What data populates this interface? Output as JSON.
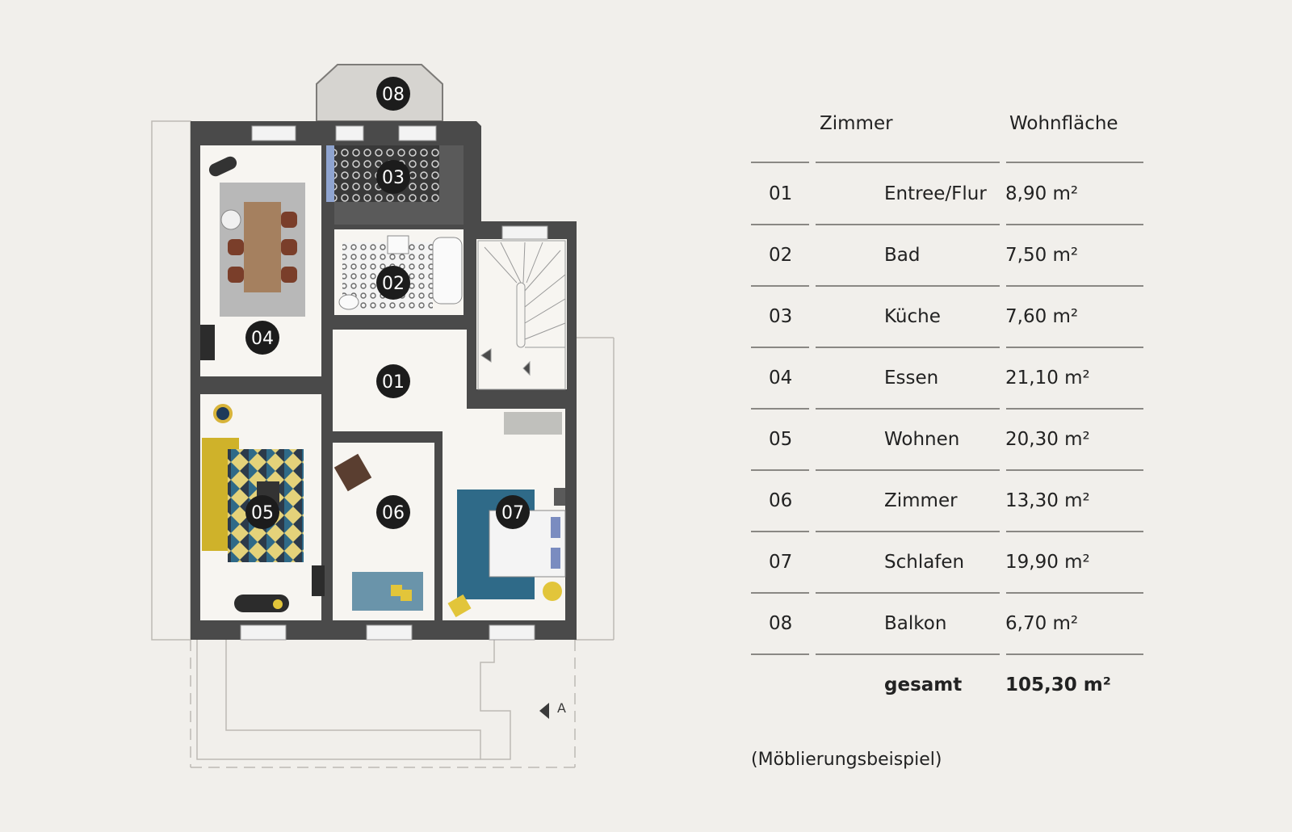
{
  "header": {
    "col_room": "Zimmer",
    "col_area": "Wohnfläche"
  },
  "rooms": [
    {
      "num": "01",
      "name": "Entree/Flur",
      "area": "8,90 m²"
    },
    {
      "num": "02",
      "name": "Bad",
      "area": "7,50 m²"
    },
    {
      "num": "03",
      "name": "Küche",
      "area": "7,60 m²"
    },
    {
      "num": "04",
      "name": "Essen",
      "area": "21,10 m²"
    },
    {
      "num": "05",
      "name": "Wohnen",
      "area": "20,30 m²"
    },
    {
      "num": "06",
      "name": "Zimmer",
      "area": "13,30 m²"
    },
    {
      "num": "07",
      "name": "Schlafen",
      "area": "19,90 m²"
    },
    {
      "num": "08",
      "name": "Balkon",
      "area": "6,70 m²"
    }
  ],
  "total": {
    "label": "gesamt",
    "area": "105,30 m²"
  },
  "note": "(Möblierungsbeispiel)",
  "section_marker": "A",
  "colors": {
    "wall": "#4a4a4a",
    "floor": "#f7f5f1",
    "marker": "#1c1c1c",
    "yellow": "#cfb22a",
    "blue": "#2f6a88",
    "grey": "#b4b4b4"
  }
}
